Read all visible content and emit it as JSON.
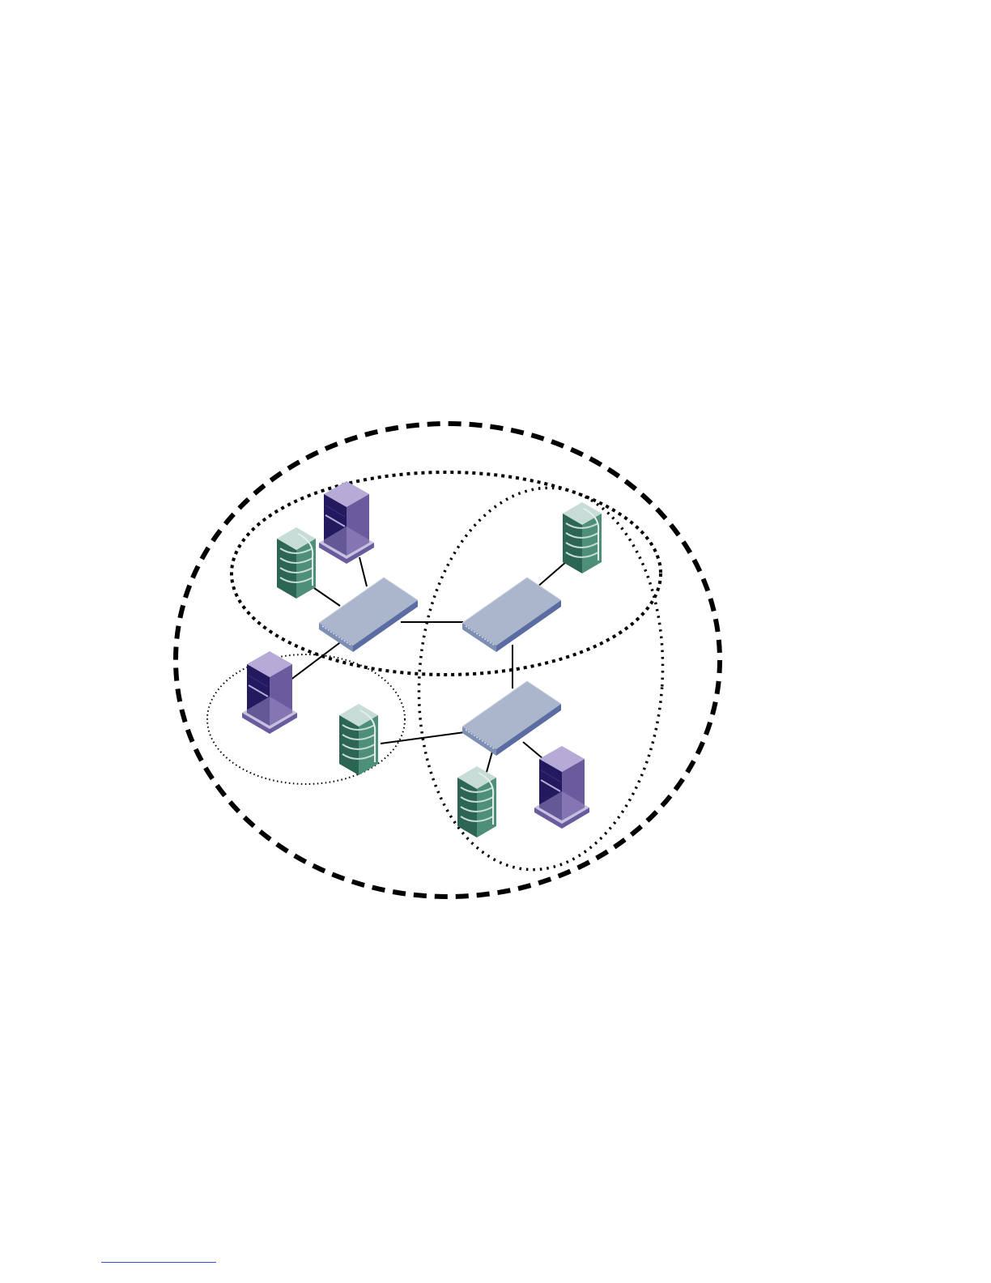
{
  "diagram": {
    "groups": [
      {
        "id": "outer",
        "style": "dashed-heavy"
      },
      {
        "id": "top",
        "style": "dotted"
      },
      {
        "id": "right",
        "style": "dotted"
      },
      {
        "id": "small-left",
        "style": "dotted-fine"
      }
    ],
    "nodes": [
      {
        "id": "switch-a",
        "type": "switch"
      },
      {
        "id": "switch-b",
        "type": "switch"
      },
      {
        "id": "switch-c",
        "type": "switch"
      },
      {
        "id": "server-1",
        "type": "server"
      },
      {
        "id": "server-2",
        "type": "server"
      },
      {
        "id": "server-3",
        "type": "server"
      },
      {
        "id": "storage-1",
        "type": "storage"
      },
      {
        "id": "storage-2",
        "type": "storage"
      },
      {
        "id": "storage-3",
        "type": "storage"
      },
      {
        "id": "storage-4",
        "type": "storage"
      }
    ],
    "edges": [
      [
        "switch-a",
        "switch-b"
      ],
      [
        "switch-b",
        "switch-c"
      ],
      [
        "switch-a",
        "server-1"
      ],
      [
        "switch-a",
        "storage-1"
      ],
      [
        "switch-a",
        "server-2"
      ],
      [
        "switch-b",
        "storage-2"
      ],
      [
        "switch-c",
        "storage-3"
      ],
      [
        "switch-c",
        "storage-4"
      ],
      [
        "switch-c",
        "server-3"
      ]
    ],
    "colors": {
      "switch_top": "#a9b6cc",
      "switch_side": "#7f8fb4",
      "switch_front": "#5b6ca3",
      "server_light": "#a99ccb",
      "server_mid": "#6a5a9e",
      "server_dark": "#23195e",
      "storage_light": "#c7dcd6",
      "storage_mid": "#4e8f7a",
      "storage_dark": "#2d6555",
      "line": "#000000"
    }
  }
}
